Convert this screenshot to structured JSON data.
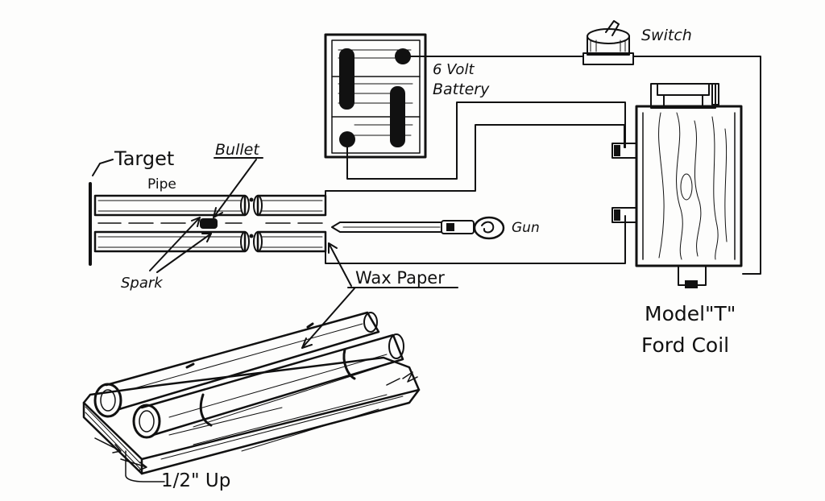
{
  "labels": {
    "switch": "Switch",
    "battery_line1": "6 Volt",
    "battery_line2": "Battery",
    "target": "Target",
    "bullet": "Bullet",
    "pipe": "Pipe",
    "gun": "Gun",
    "spark": "Spark",
    "wax_paper": "Wax Paper",
    "coil_line1": "Model\"T\"",
    "coil_line2": "Ford Coil",
    "half_inch_up": "1/2\" Up"
  }
}
